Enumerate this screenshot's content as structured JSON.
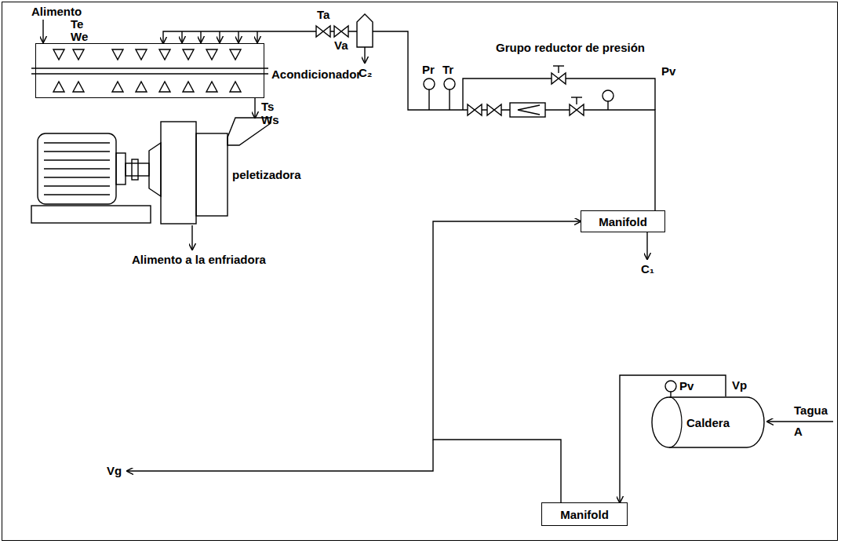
{
  "diagram": {
    "nodes": [
      {
        "text": [
          "Acondicionador"
        ]
      },
      {
        "text": [
          "peletizadora"
        ]
      },
      {
        "text": [
          "Manifold"
        ]
      },
      {
        "text": [
          "Caldera"
        ]
      },
      {
        "text": [
          "Manifold"
        ]
      }
    ],
    "edges": [
      {
        "from": 3,
        "to": 4,
        "arrow": "to"
      },
      {
        "from": 4,
        "to": 2,
        "arrow": "to"
      },
      {
        "from": 2,
        "to": 0,
        "arrow": "to"
      },
      {
        "from": 0,
        "to": 1,
        "arrow": "to"
      }
    ],
    "labels": [
      "Alimento",
      "Te",
      "We",
      "Ta",
      "Va",
      "C₂",
      "Grupo reductor de presión",
      "Pr",
      "Tr",
      "Pv",
      "Ts",
      "Ws",
      "Alimento a la enfriadora",
      "C₁",
      "Pv",
      "Vp",
      "Tagua",
      "A",
      "Vg"
    ]
  }
}
